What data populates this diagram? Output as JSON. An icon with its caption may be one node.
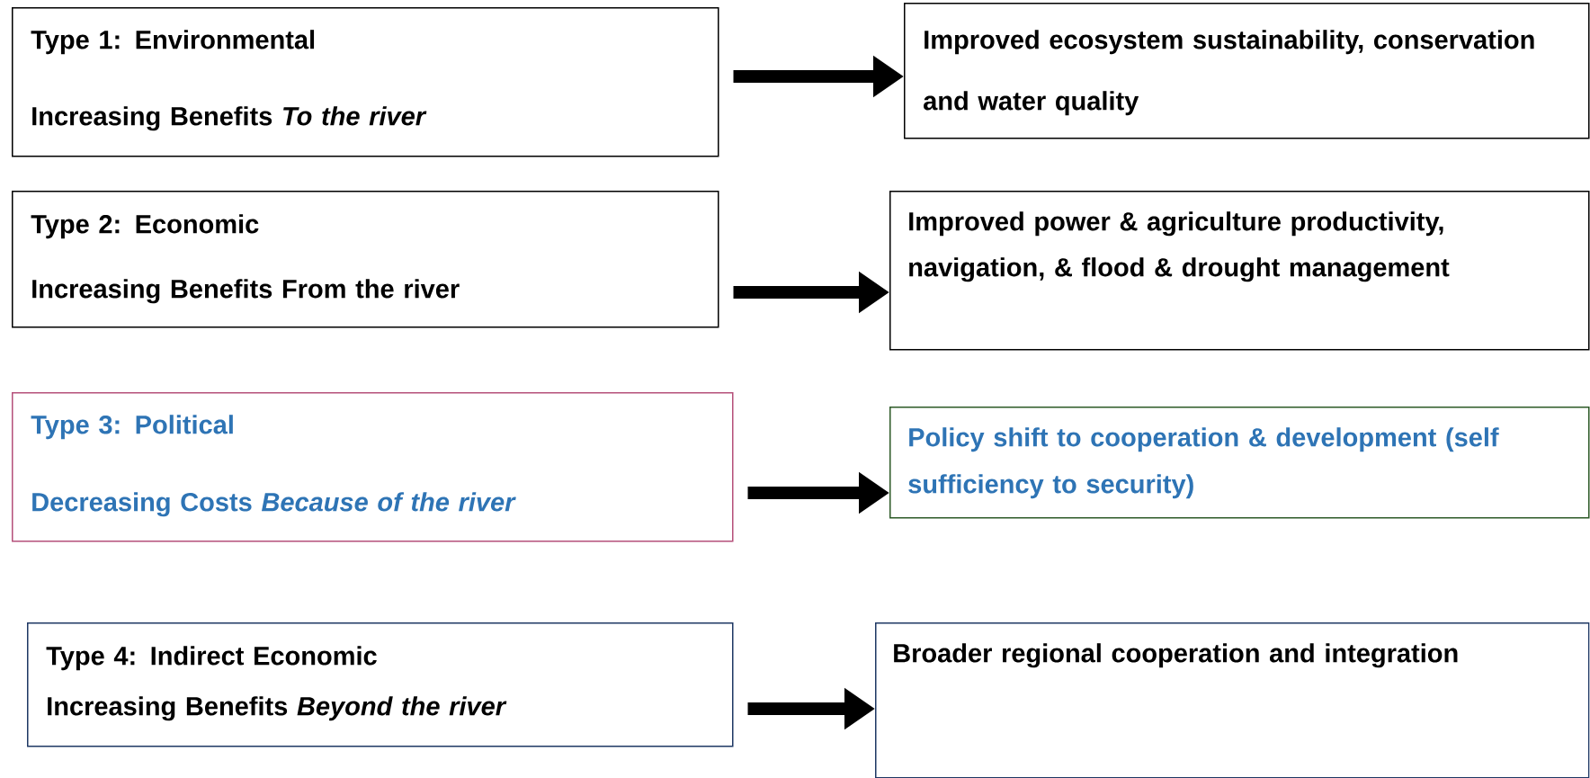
{
  "diagram": {
    "nodes": [
      {
        "text": [
          "Type 1: Environmental",
          "Increasing Benefits *To the river*"
        ]
      },
      {
        "text": [
          "Improved ecosystem sustainability, conservation and water quality"
        ]
      },
      {
        "text": [
          "Type 2: Economic",
          "Increasing Benefits From the river"
        ]
      },
      {
        "text": [
          "Improved power & agriculture productivity, navigation, & flood & drought management"
        ]
      },
      {
        "text": [
          "Type 3: Political",
          "Decreasing Costs *Because of the river*"
        ]
      },
      {
        "text": [
          "Policy shift to cooperation & development (self sufficiency to security)"
        ]
      },
      {
        "text": [
          "Type 4: Indirect Economic",
          "Increasing Benefits *Beyond the river*"
        ]
      },
      {
        "text": [
          "Broader regional cooperation and integration"
        ]
      }
    ],
    "edges": [
      {
        "from": 0,
        "to": 1,
        "arrow": "to"
      },
      {
        "from": 2,
        "to": 3,
        "arrow": "to"
      },
      {
        "from": 4,
        "to": 5,
        "arrow": "to"
      },
      {
        "from": 6,
        "to": 7,
        "arrow": "to"
      }
    ]
  }
}
